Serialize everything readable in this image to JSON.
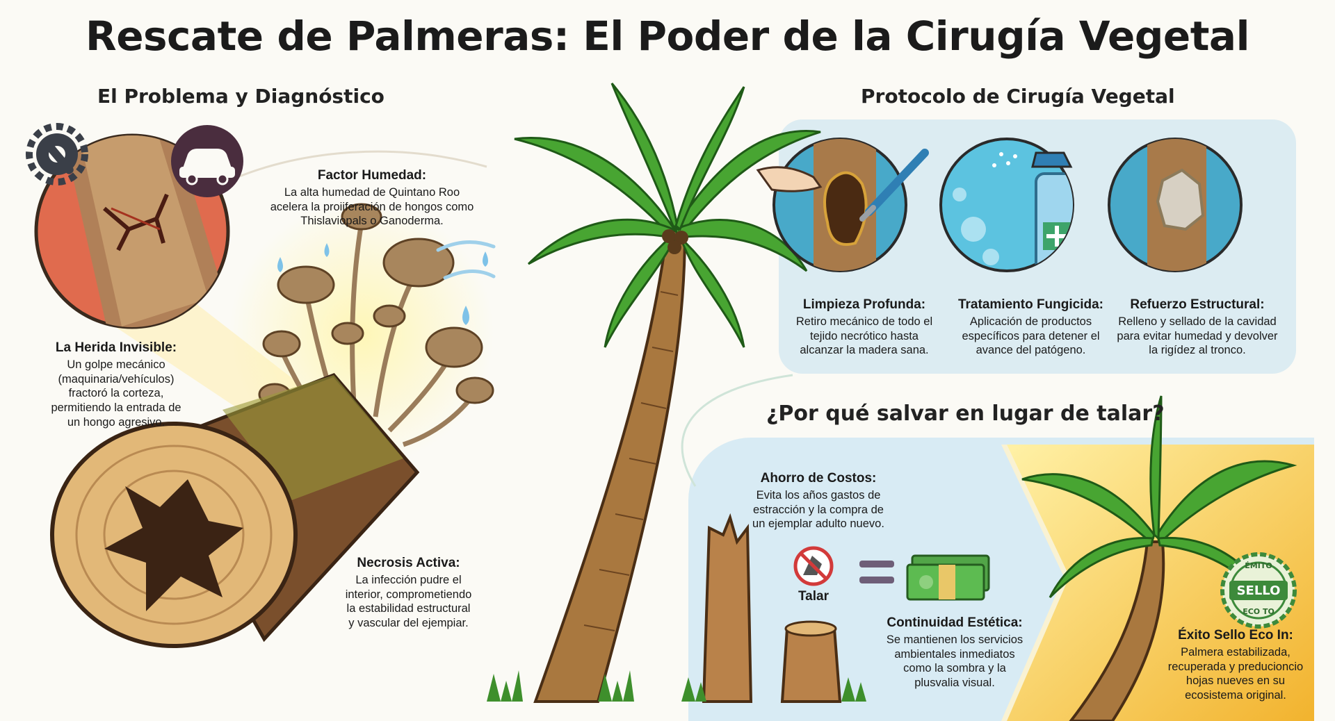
{
  "title": "Rescate de Palmeras: El Poder de la Cirugía Vegetal",
  "left_section": {
    "heading": "El Problema y Diagnóstico",
    "blocks": [
      {
        "heading": "Factor Humedad:",
        "body": "La alta humedad de Quintano Roo acelera la proiiferación de hongos como Thislaviopals o Ganoderma."
      },
      {
        "heading": "La Herida Invisible:",
        "body": "Un golpe mecánico (maquinaria/vehículos) fractoró la corteza, permitiendo la entrada de un hongo agresivo."
      },
      {
        "heading": "Necrosis Activa:",
        "body": "La infección pudre el interior, comprometiendo la estabilidad estructural y vascular del ejempiar."
      }
    ]
  },
  "protocol": {
    "heading": "Protocolo de Cirugía Vegetal",
    "steps": [
      {
        "heading": "Limpieza Profunda:",
        "body": "Retiro mecánico de todo el tejido necrótico hasta alcanzar la madera sana."
      },
      {
        "heading": "Tratamiento Fungicida:",
        "body": "Aplicación de productos específicos para detener el avance del patógeno."
      },
      {
        "heading": "Refuerzo Estructural:",
        "body": "Relleno y sellado de la cavidad para evitar humedad y devolver la rigídez al tronco."
      }
    ]
  },
  "why": {
    "heading": "¿Por qué salvar en lugar de talar?",
    "blocks": [
      {
        "heading": "Ahorro de Costos:",
        "body": "Evita los años gastos de estracción y la compra de un ejemplar adulto nuevo."
      },
      {
        "heading": "Continuidad Estética:",
        "body": "Se mantienen los servicios ambientales inmediatos como la sombra y la plusvalia visual."
      },
      {
        "heading": "Éxito Sello Eco In:",
        "body": "Palmera estabilizada, recuperada y preducioncio hojas nueves en su ecosistema original."
      }
    ],
    "talar_label": "Talar",
    "seal": {
      "top": "ÉMITO",
      "middle": "SELLO",
      "bottom": "ECO TO"
    }
  },
  "icons": [
    "gear-wrench-icon",
    "car-icon",
    "no-cutting-icon",
    "equals-icon",
    "money-icon",
    "seal-icon"
  ],
  "colors": {
    "accent_blue": "#2f7fb4",
    "palm_green": "#3f9a2e",
    "trunk_brown": "#8a5a2b",
    "fungus": "#a37a46",
    "panel_blue": "#dcecf2",
    "seal_green": "#3d8a3b"
  }
}
